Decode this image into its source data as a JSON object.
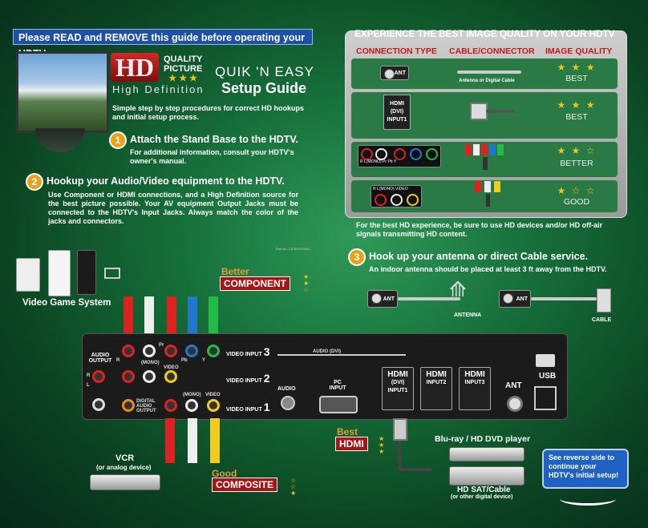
{
  "banner": "Please READ and REMOVE this guide before operating your HDTV",
  "logo": {
    "hd": "HD",
    "quality": "QUALITY",
    "picture": "PICTURE",
    "stars": "★ ★ ★",
    "subtitle": "High Definition"
  },
  "title": {
    "line1": "QUIK 'N EASY",
    "line2": "Setup Guide"
  },
  "intro": "Simple step by step procedures for correct HD hookups and initial setup process.",
  "step1": {
    "num": "1",
    "head": "Attach the Stand Base to the HDTV.",
    "body": "For additional information, consult your HDTV's owner's manual."
  },
  "step2": {
    "num": "2",
    "head": "Hookup your Audio/Video equipment to the HDTV.",
    "body": "Use Component or HDMI connections, and a High Definition source for the best picture possible. Your AV equipment Output Jacks must be connected to the HDTV's Input Jacks. Always match the color of the jacks and connectors."
  },
  "part_no": "Part No. 1JC6P1P0284--",
  "panel": {
    "title": "EXPERIENCE THE BEST IMAGE QUALITY ON YOUR HDTV",
    "col1": "CONNECTION TYPE",
    "col2": "CABLE/CONNECTOR",
    "col3": "IMAGE QUALITY",
    "rows": [
      {
        "jack": "ANT",
        "cable": "Antenna or Digital Cable",
        "stars": "★ ★ ★",
        "quality": "BEST"
      },
      {
        "jack": "HDMI (DVI) INPUT1",
        "cable": "",
        "stars": "★ ★ ★",
        "quality": "BEST"
      },
      {
        "jack": "R L(MONO) Pr Pb Y",
        "cable": "",
        "stars": "★ ★ ☆",
        "quality": "BETTER"
      },
      {
        "jack": "R L(MONO) VIDEO",
        "cable": "",
        "stars": "★ ☆ ☆",
        "quality": "GOOD"
      }
    ]
  },
  "panel_note": "For the best HD experience, be sure to use HD devices and/or HD off-air signals transmitting HD content.",
  "step3": {
    "num": "3",
    "head": "Hook up your antenna or direct Cable service.",
    "body": "An indoor antenna should be placed at least 3 ft away from the HDTV.",
    "antenna": "ANTENNA",
    "cable": "CABLE",
    "ant": "ANT"
  },
  "devices": {
    "game": "Video Game System",
    "vcr": "VCR",
    "vcr_sub": "(or analog device)",
    "bluray": "Blu-ray / HD DVD player",
    "sat": "HD SAT/Cable",
    "sat_sub": "(or other digital device)"
  },
  "badges": {
    "better": "Better",
    "component": "COMPONENT",
    "good": "Good",
    "composite": "COMPOSITE",
    "best": "Best",
    "hdmi": "HDMI"
  },
  "back": {
    "audio_output": "AUDIO OUTPUT",
    "digital_audio": "DIGITAL AUDIO OUTPUT",
    "video_input": "VIDEO INPUT",
    "in3": "3",
    "in2": "2",
    "in1": "1",
    "r": "R",
    "l": "L",
    "pr": "Pr",
    "pb": "Pb",
    "y": "Y",
    "mono": "(MONO)",
    "video": "VIDEO",
    "audio_dvi": "AUDIO (DVI)",
    "audio": "AUDIO",
    "pc_input": "PC INPUT",
    "hdmi1": "(DVI) INPUT1",
    "hdmi2": "INPUT2",
    "hdmi3": "INPUT3",
    "hdmi": "HDMI",
    "ant": "ANT",
    "usb": "USB"
  },
  "reverse_note": "See reverse side to continue your HDTV's initial setup!"
}
